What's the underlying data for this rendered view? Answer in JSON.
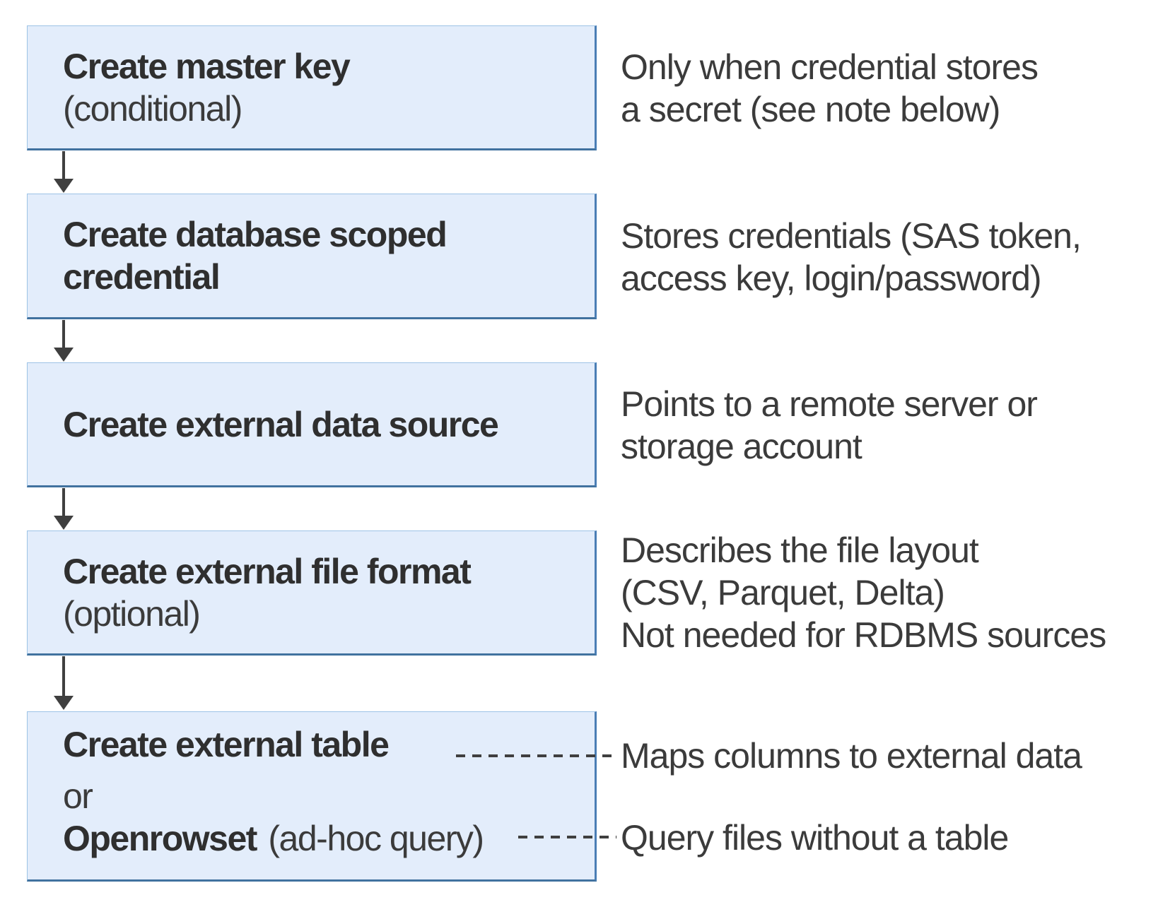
{
  "colors": {
    "box_fill": "#e3edfb",
    "box_border_light": "#9dc3e6",
    "box_border_accent": "#4a7eb5",
    "title_text": "#2f2f2f",
    "body_text": "#3b3b3b",
    "arrow": "#3f3f3f"
  },
  "steps": [
    {
      "title": "Create master key",
      "subtitle": "(conditional)",
      "note_lines": [
        "Only when credential stores",
        "a secret (see note below)"
      ]
    },
    {
      "title": "Create database scoped credential",
      "note_lines": [
        "Stores credentials (SAS token,",
        "access key, login/password)"
      ]
    },
    {
      "title": "Create external data source",
      "note_lines": [
        "Points to a remote server or",
        "storage account"
      ]
    },
    {
      "title": "Create external file format",
      "subtitle": "(optional)",
      "note_lines": [
        "Describes the file layout",
        "(CSV, Parquet, Delta)",
        "Not needed for RDBMS sources"
      ]
    },
    {
      "title": "Create external table",
      "or_label": "or",
      "alt_title": "Openrowset",
      "alt_suffix": "(ad-hoc query)",
      "note_table": "Maps columns to external data",
      "note_openrowset": "Query files without a table"
    }
  ]
}
